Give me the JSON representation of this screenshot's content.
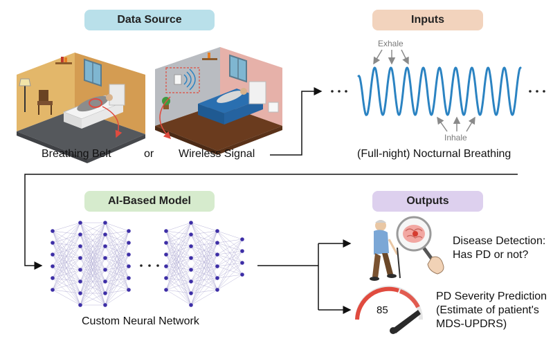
{
  "sections": {
    "data_source": "Data Source",
    "inputs": "Inputs",
    "model": "AI-Based Model",
    "outputs": "Outputs"
  },
  "sources": {
    "belt": "Breathing Belt",
    "or": "or",
    "wireless": "Wireless Signal"
  },
  "signal": {
    "exhale": "Exhale",
    "inhale": "Inhale",
    "caption": "(Full-night) Nocturnal Breathing"
  },
  "network": {
    "caption": "Custom Neural Network"
  },
  "outputs": {
    "detection_line1": "Disease Detection:",
    "detection_line2": "Has PD or not?",
    "severity_line1": "PD Severity Prediction",
    "severity_line2": "(Estimate of patient's",
    "severity_line3": "MDS-UPDRS)",
    "gauge_value": "85"
  },
  "colors": {
    "data_source_pill": "#b9e0ea",
    "inputs_pill": "#f2d3bd",
    "model_pill": "#d6ebcd",
    "outputs_pill": "#ddd0ee",
    "signal": "#2b83c2",
    "node": "#3d2ea6",
    "edge": "#b8b4d8",
    "accent_red": "#e04b3f"
  },
  "icons": [
    "bedroom-belt-illustration",
    "bedroom-wireless-illustration",
    "elderly-patient-illustration",
    "brain-magnifier-icon",
    "gauge-icon"
  ]
}
